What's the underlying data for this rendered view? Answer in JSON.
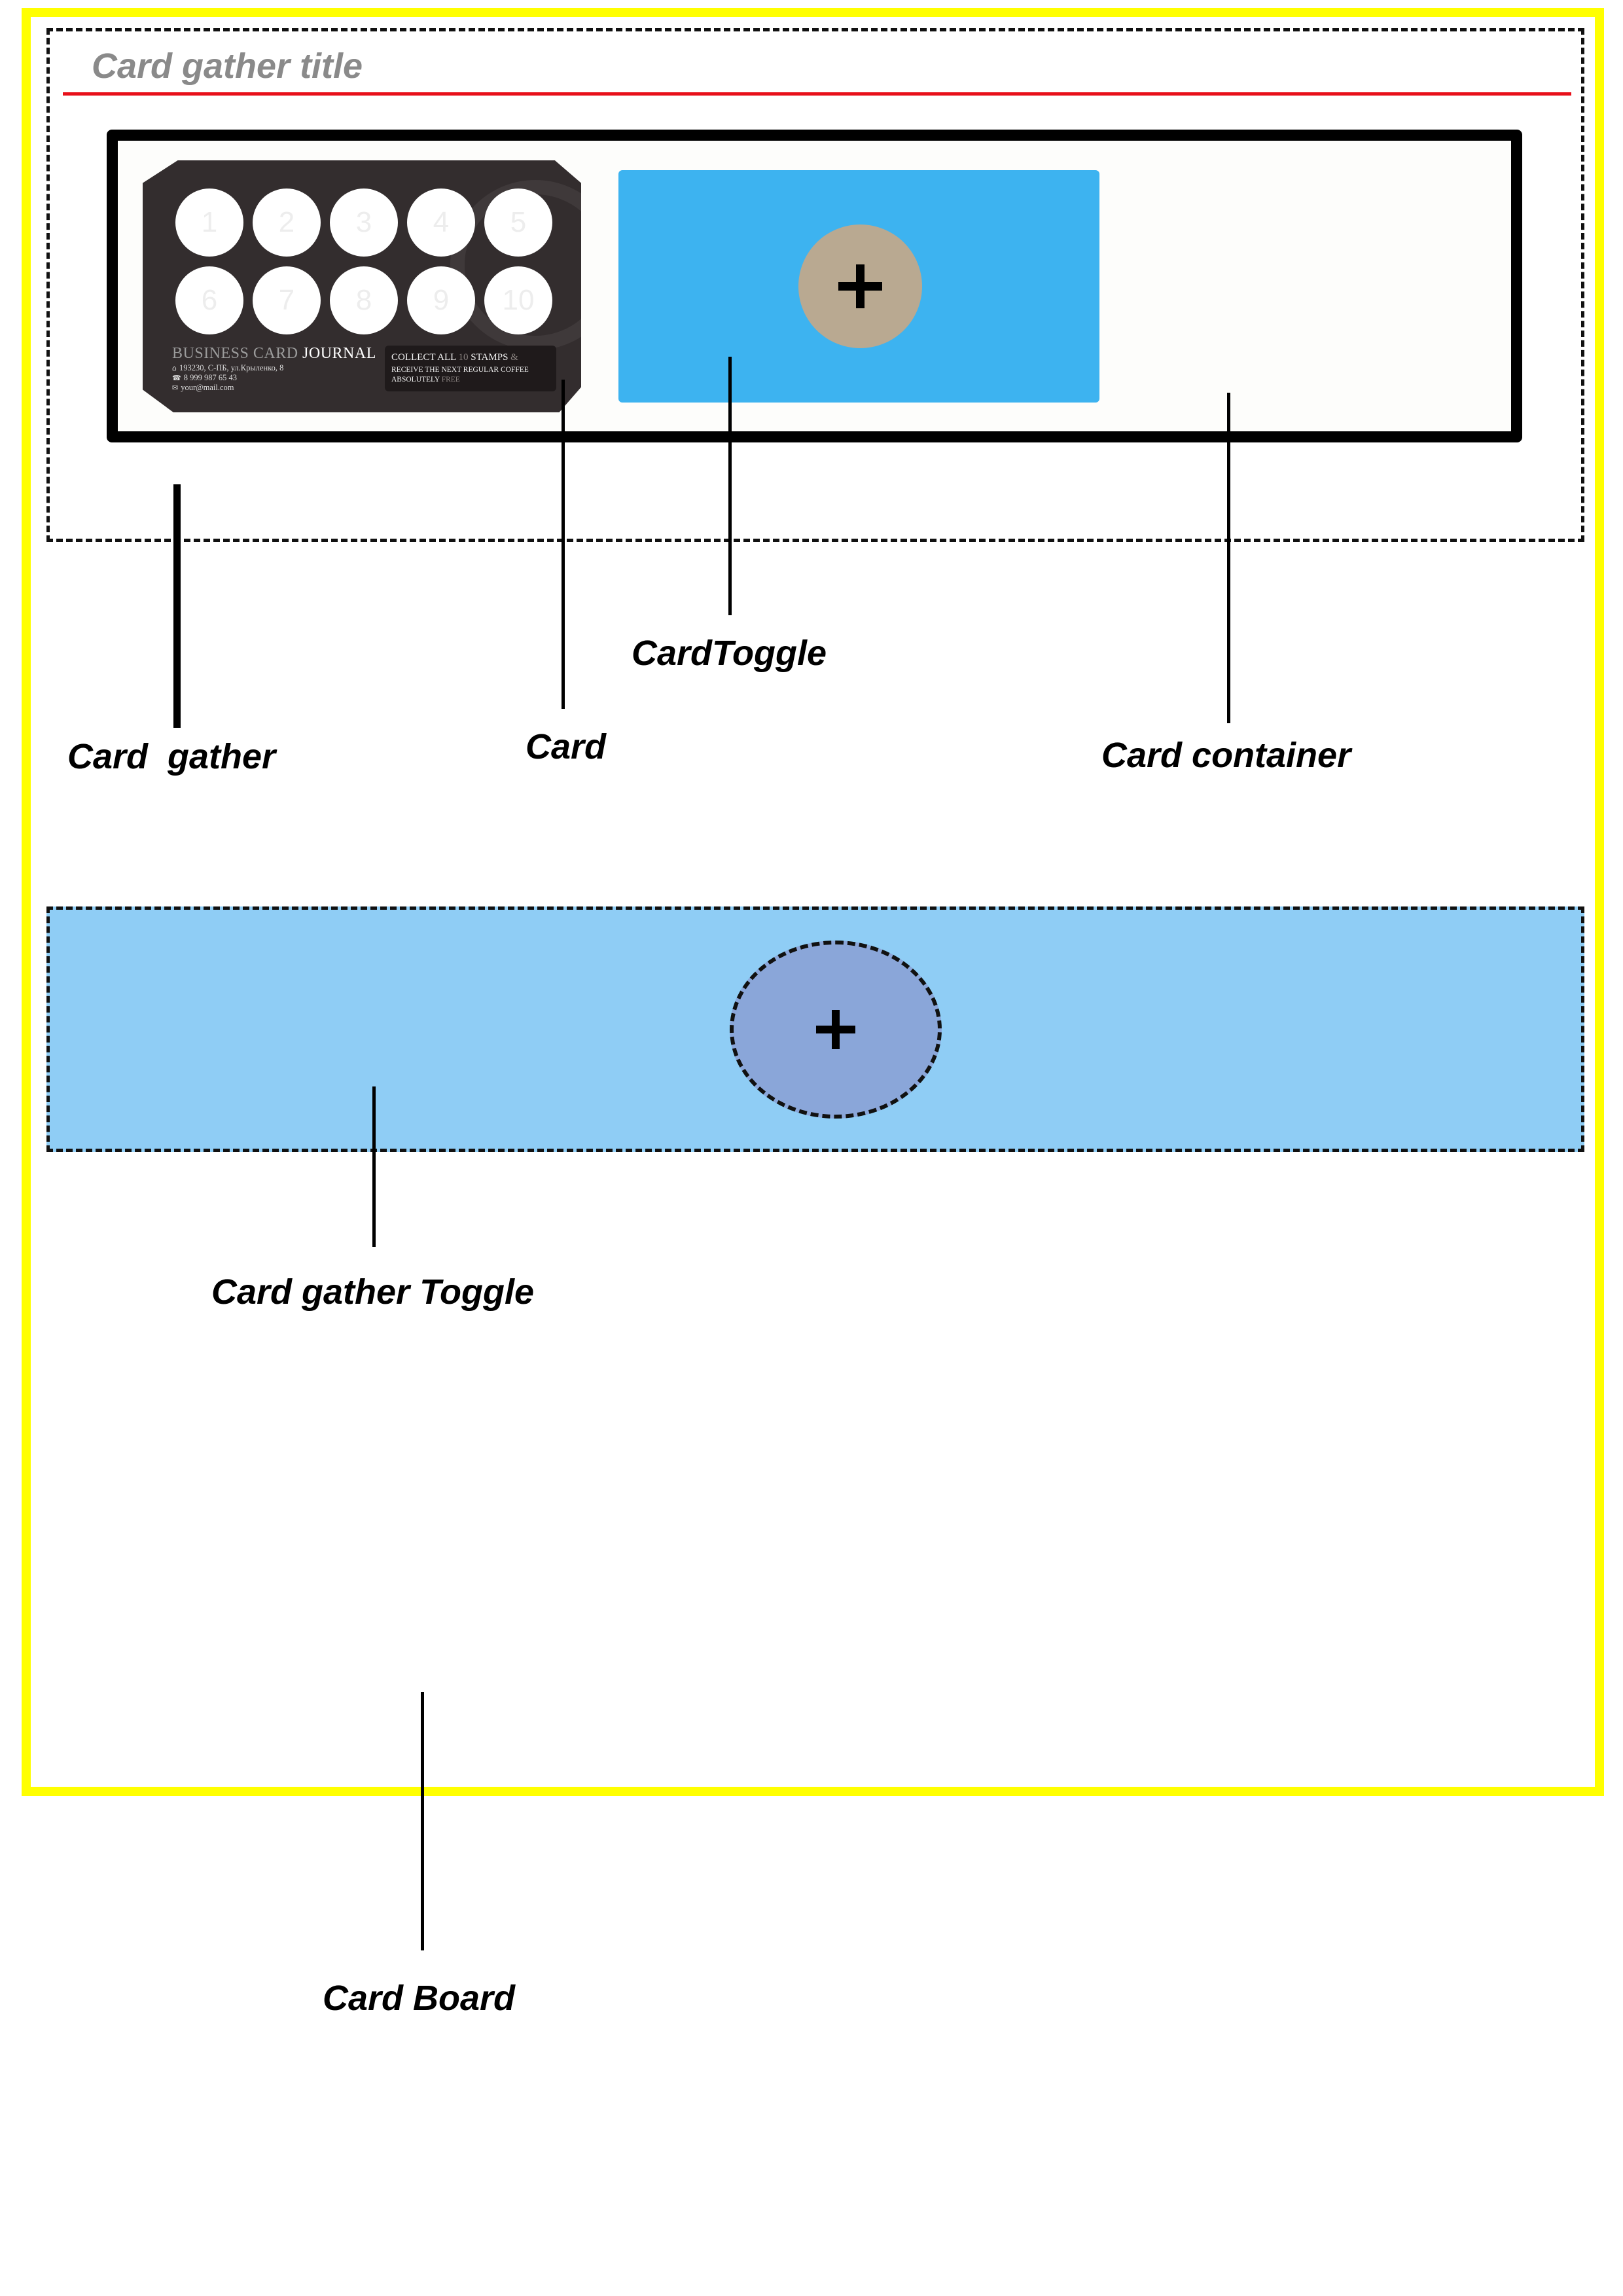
{
  "diagram": {
    "gather_title": "Card gather title",
    "labels": {
      "card_gather": "Card  gather",
      "card": "Card",
      "card_toggle": "CardToggle",
      "card_container": "Card container",
      "card_gather_toggle": "Card gather Toggle",
      "card_board": "Card Board"
    },
    "colors": {
      "board_border": "#ffff00",
      "title_rule": "#e8101a",
      "card_toggle": "#3db3f0",
      "card_toggle_button": "#b9a991",
      "gather_toggle": "#8fcdf5",
      "gather_toggle_button": "#8aa6d9"
    },
    "toggle_icon": "plus-icon"
  },
  "card": {
    "stamps": [
      "1",
      "2",
      "3",
      "4",
      "5",
      "6",
      "7",
      "8",
      "9",
      "10"
    ],
    "brand_part1": "BUSINESS CARD ",
    "brand_part2": "JOURNAL",
    "address": "193230, С-ПБ, ул.Крыленко, 8",
    "phone": "8 999 987 65 43",
    "email": "your@mail.com",
    "promo": {
      "line1_a": "COLLECT ALL ",
      "line1_num": "10",
      "line1_b": " STAMPS ",
      "line1_amp": "&",
      "line2": "RECEIVE THE NEXT REGULAR COFFEE",
      "line3_a": "ABSOLUTELY ",
      "line3_free": "FREE"
    }
  }
}
